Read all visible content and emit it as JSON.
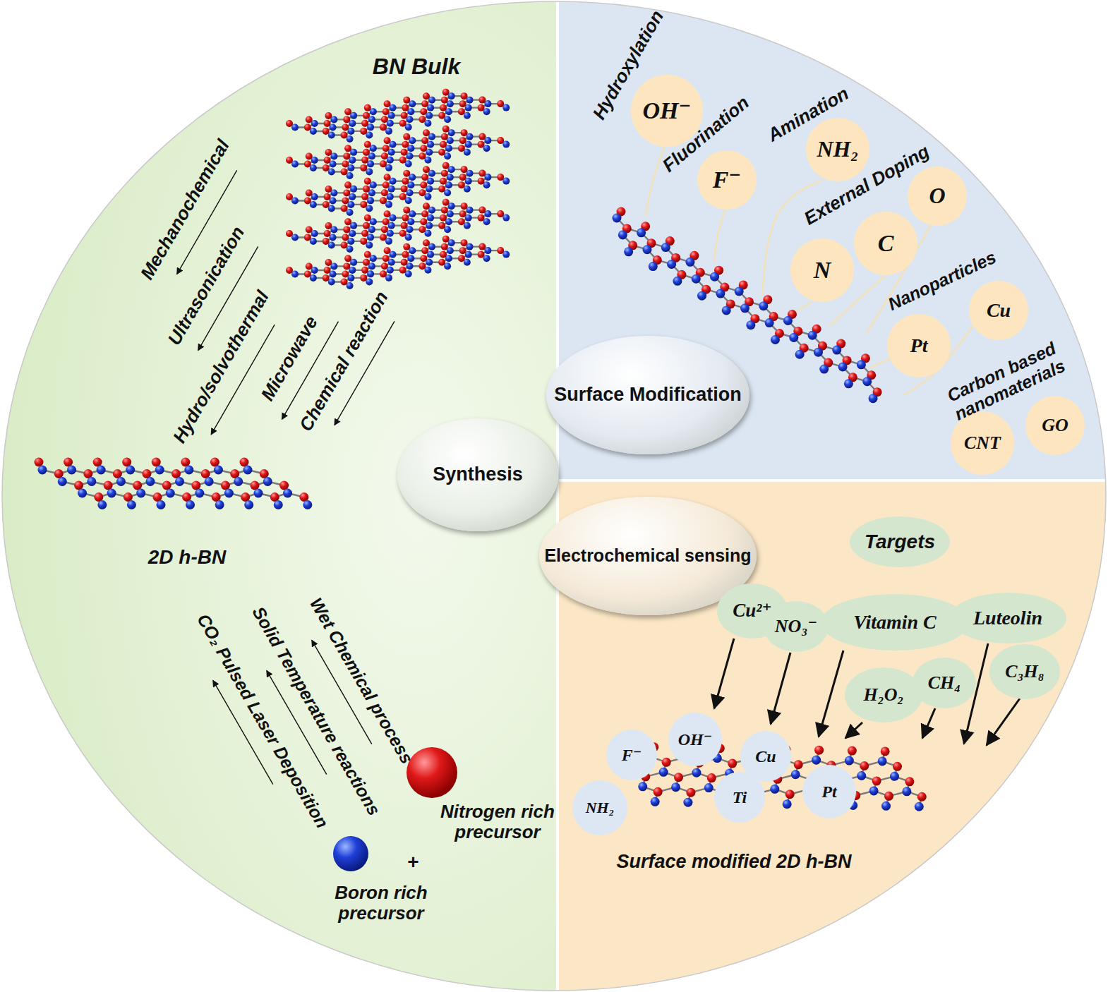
{
  "diagram": {
    "nodes": [
      {
        "text": [
          "OH⁻"
        ]
      },
      {
        "text": [
          "F⁻"
        ]
      },
      {
        "text": [
          "NH₂"
        ]
      },
      {
        "text": [
          "O"
        ]
      },
      {
        "text": [
          "C"
        ]
      },
      {
        "text": [
          "N"
        ]
      },
      {
        "text": [
          "Cu"
        ]
      },
      {
        "text": [
          "Pt"
        ]
      },
      {
        "text": [
          "Synthesis"
        ]
      },
      {
        "text": [
          "Surface Modification"
        ]
      },
      {
        "text": [
          "CNT"
        ]
      },
      {
        "text": [
          "GO"
        ]
      },
      {
        "text": [
          "Electrochemical sensing"
        ]
      },
      {
        "text": [
          "Targets"
        ]
      },
      {
        "text": [
          "Cu²⁺"
        ]
      },
      {
        "text": [
          "NO₃⁻"
        ]
      },
      {
        "text": [
          "Vitamin C"
        ]
      },
      {
        "text": [
          "Luteolin"
        ]
      },
      {
        "text": [
          "H₂O₂"
        ]
      },
      {
        "text": [
          "CH₄"
        ]
      },
      {
        "text": [
          "C₃H₈"
        ]
      },
      {
        "text": [
          "F⁻"
        ]
      },
      {
        "text": [
          "OH⁻"
        ]
      },
      {
        "text": [
          "Cu"
        ]
      },
      {
        "text": [
          "NH₂"
        ]
      },
      {
        "text": [
          "Ti"
        ]
      },
      {
        "text": [
          "Pt"
        ]
      }
    ],
    "labels": [
      "BN Bulk",
      "Mechanochemical",
      "Ultrasonication",
      "Hydro/solvothermal",
      "Microwave",
      "Chemical reaction",
      "2D h-BN",
      "Wet Chemical process",
      "Solid Temperature reactions",
      "CO₂ Pulsed Laser Deposition",
      "Nitrogen rich precursor",
      "+",
      "Boron rich precursor",
      "Hydroxylation",
      "Fluorination",
      "Amination",
      "External Doping",
      "Nanoparticles",
      "Carbon based nanomaterials",
      "Surface modified 2D h-BN"
    ]
  }
}
